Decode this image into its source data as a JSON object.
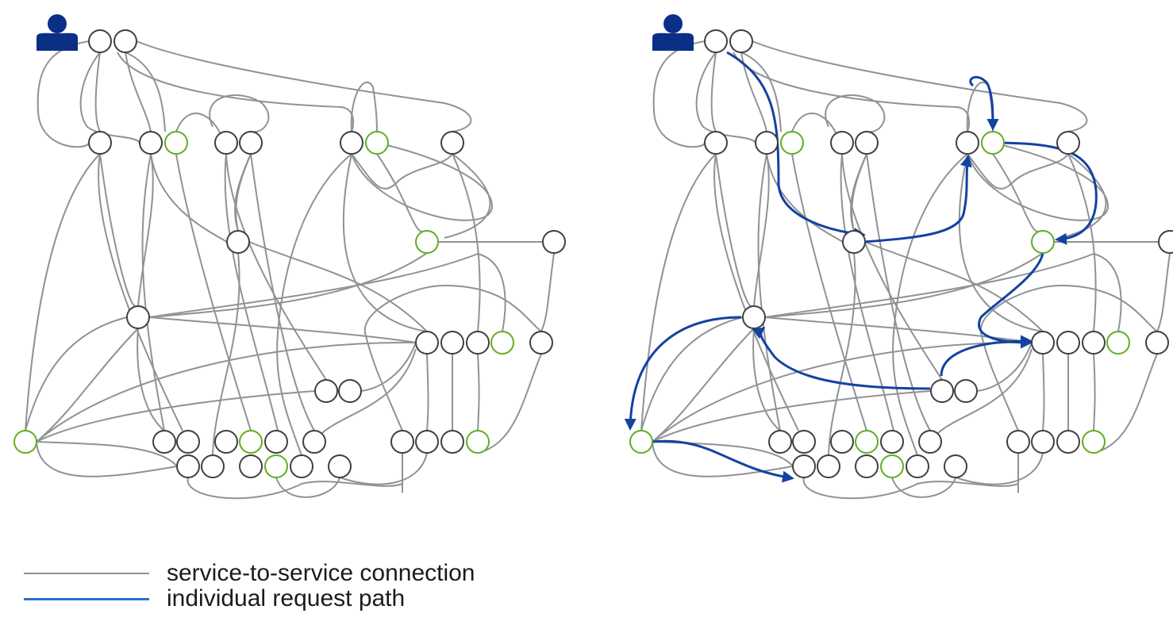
{
  "colors": {
    "edge": "#8f9296",
    "node_stroke": "#3f3f3f",
    "highlight_node": "#5fae1e",
    "request_path": "#1342a0",
    "user_icon": "#0b2f86",
    "legend_request_line": "#2a6fd0"
  },
  "icons": [
    "user-icon"
  ],
  "legend": {
    "items": [
      {
        "label": "service-to-service connection",
        "color": "#8f9296"
      },
      {
        "label": "individual request path",
        "color": "#2a6fd0"
      }
    ]
  },
  "diagrams": [
    {
      "name": "service-mesh",
      "request_path": false
    },
    {
      "name": "service-mesh-with-request-path",
      "request_path": true
    }
  ]
}
